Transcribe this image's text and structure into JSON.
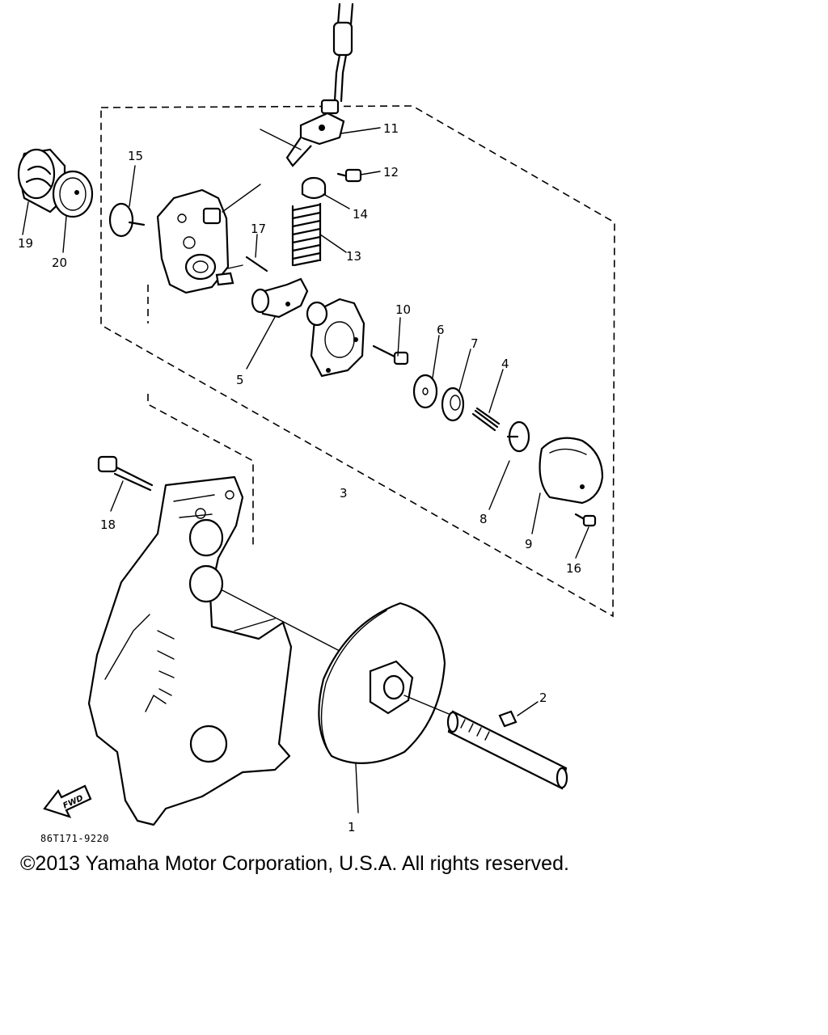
{
  "diagram": {
    "part_labels": [
      "1",
      "2",
      "3",
      "4",
      "5",
      "6",
      "7",
      "8",
      "9",
      "10",
      "11",
      "12",
      "13",
      "14",
      "15",
      "16",
      "17",
      "18",
      "19",
      "20"
    ],
    "fwd_label": "FWD",
    "diagram_code": "86T171-9220"
  },
  "footer": {
    "copyright": "©2013 Yamaha Motor Corporation, U.S.A. All rights reserved."
  }
}
